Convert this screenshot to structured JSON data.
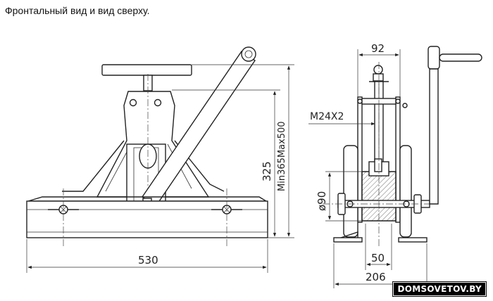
{
  "caption": "Фронтальный вид и вид сверху.",
  "dimensions": {
    "front_width": "530",
    "front_height": "325",
    "front_height_range": "Min365Max500",
    "side_top_width": "92",
    "thread": "M24X2",
    "roller_diameter": "ø90",
    "roller_width": "50",
    "base_width": "206"
  },
  "watermark": "DOMSOVETOV.BY",
  "colors": {
    "line": "#222222",
    "background": "#ffffff",
    "watermark_bg": "#000000"
  }
}
